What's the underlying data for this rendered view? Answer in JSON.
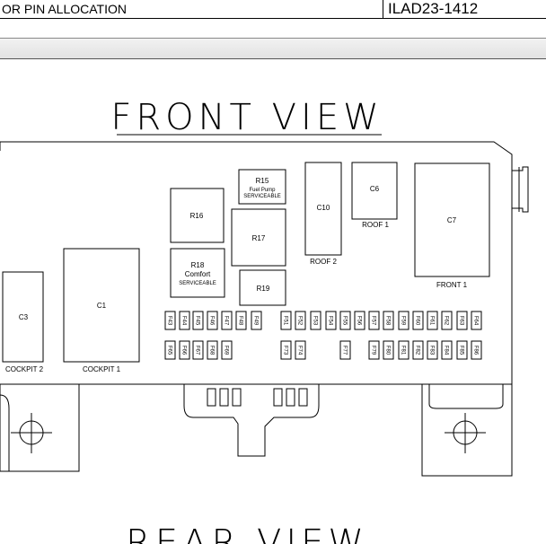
{
  "header": {
    "title_partial": "OR PIN ALLOCATION",
    "code_partial": "ILAD23-1412"
  },
  "diagram": {
    "front_view_label": "FRONT VIEW",
    "rear_view_label": "REAR VIEW",
    "components": {
      "r15": {
        "name": "R15",
        "line1": "Fuel Pump",
        "line2": "SERVICEABLE"
      },
      "r16": {
        "name": "R16"
      },
      "r17": {
        "name": "R17"
      },
      "r18": {
        "name": "R18",
        "line1": "Comfort",
        "line2": "SERVICEABLE"
      },
      "r19": {
        "name": "R19"
      },
      "c10": {
        "name": "C10",
        "caption": "ROOF 2"
      },
      "c6": {
        "name": "C6",
        "caption": "ROOF 1"
      },
      "c7": {
        "name": "C7",
        "caption": "FRONT 1"
      },
      "c3": {
        "name": "C3",
        "caption": "COCKPIT 2"
      },
      "c1": {
        "name": "C1",
        "caption": "COCKPIT 1"
      }
    },
    "fuses_top": [
      "F43",
      "F44",
      "F45",
      "F46",
      "F47",
      "F48",
      "F49",
      "F51",
      "F52",
      "F53",
      "F54",
      "F55",
      "F56",
      "F57",
      "F58",
      "F59",
      "F60",
      "F61",
      "F62",
      "F63",
      "F64"
    ],
    "fuses_bottom": [
      "F65",
      "F66",
      "F67",
      "F68",
      "F69",
      "F73",
      "F74",
      "F77",
      "F79",
      "F80",
      "F81",
      "F82",
      "F83",
      "F84",
      "F85",
      "F86"
    ]
  }
}
